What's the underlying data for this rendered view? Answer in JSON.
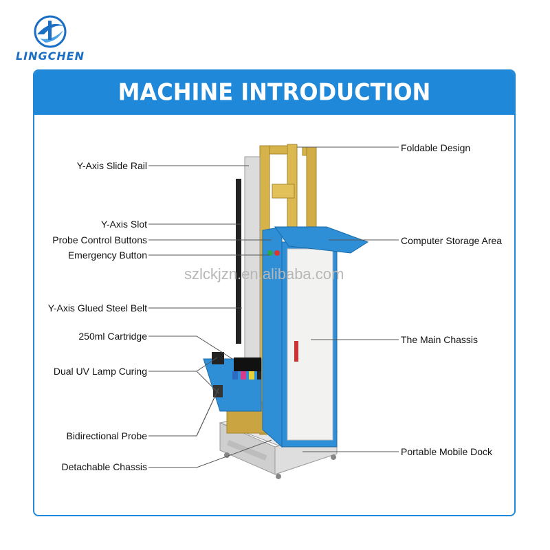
{
  "brand": {
    "name": "LINGCHEN"
  },
  "banner": {
    "title": "MACHINE INTRODUCTION"
  },
  "watermark": "szlckjzn.en.alibaba.com",
  "labels": {
    "left": [
      "Y-Axis Slide Rail",
      "Y-Axis Slot",
      "Probe Control Buttons",
      "Emergency Button",
      "Y-Axis Glued Steel Belt",
      "250ml Cartridge",
      "Dual UV Lamp Curing",
      "Bidirectional Probe",
      "Detachable Chassis"
    ],
    "right": [
      "Foldable Design",
      "Computer Storage Area",
      "The Main Chassis",
      "Portable Mobile Dock"
    ]
  },
  "colors": {
    "brand_blue": "#1f88d9",
    "chassis_blue": "#2f8fd6",
    "rail_gold": "#d6b24a",
    "panel_white": "#f2f2f0"
  }
}
